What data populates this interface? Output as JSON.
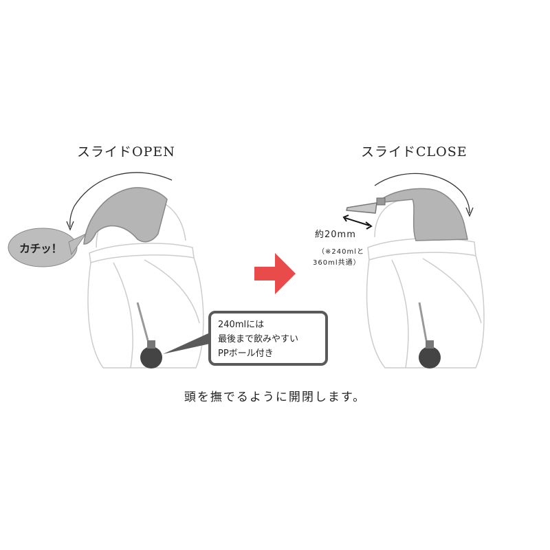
{
  "diagram": {
    "open_title": "スライドOPEN",
    "close_title": "スライドCLOSE",
    "click_bubble": "カチッ！",
    "ball_note": {
      "line1": "240mlには",
      "line2": "最後まで飲みやすい",
      "line3": "PPボール付き"
    },
    "measure_label": "約20mm",
    "measure_note_line1": "（※240mlと",
    "measure_note_line2": "360ml共通）",
    "caption": "頭を撫でるように開閉します。"
  },
  "colors": {
    "outline": "#c9c9c9",
    "lid": "#b3b3b3",
    "arrow": "#e94b4b",
    "bubble": "#bdbdbd",
    "box_border": "#5a5a5a"
  }
}
